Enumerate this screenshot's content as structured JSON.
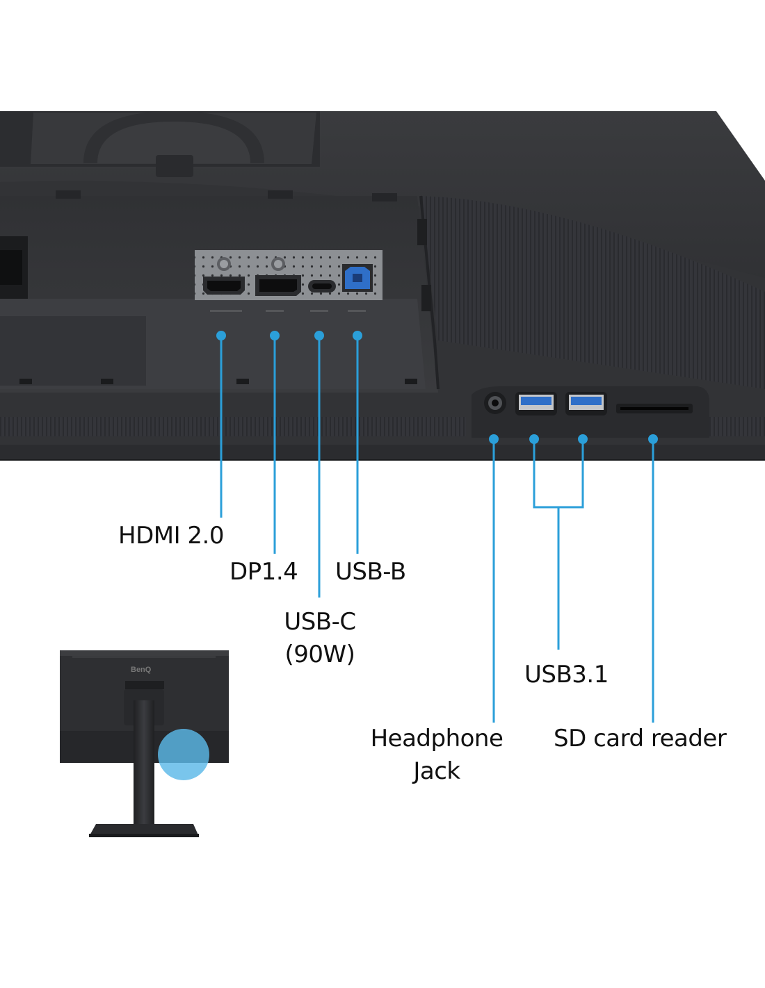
{
  "colors": {
    "callout": "#2b9fd9",
    "label_text": "#111111",
    "monitor_body": "#2f3033",
    "monitor_dark": "#1c1d1f",
    "background": "#ffffff",
    "highlight": "#5bb8e8"
  },
  "labels": {
    "hdmi": "HDMI 2.0",
    "dp": "DP1.4",
    "usbb": "USB-B",
    "usbc_line1": "USB-C",
    "usbc_line2": "(90W)",
    "usb31": "USB3.1",
    "headphone_line1": "Headphone",
    "headphone_line2": "Jack",
    "sdcard": "SD card reader"
  },
  "thumbnail": {
    "brand_logo_text": "BenQ"
  }
}
